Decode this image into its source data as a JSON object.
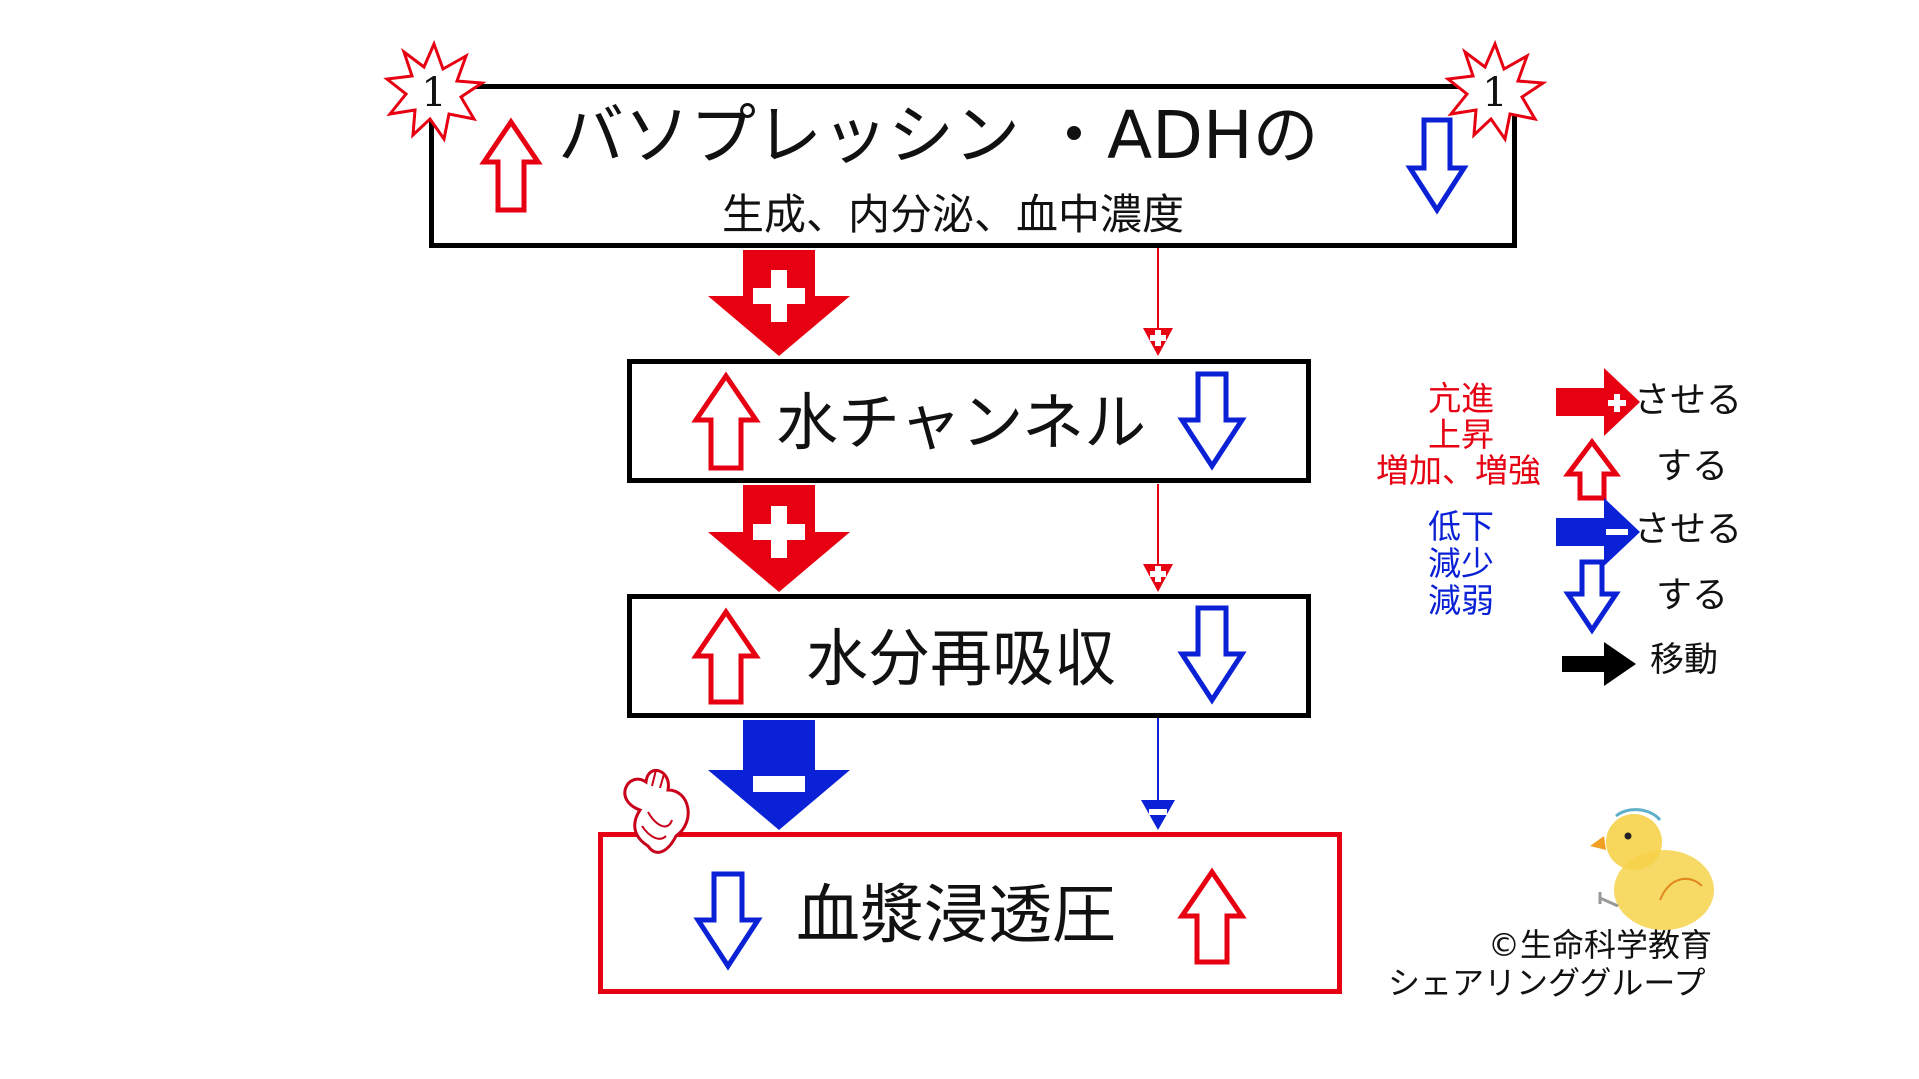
{
  "boxes": {
    "adh": {
      "title": "バソプレッシン ・ADHの",
      "subtitle": "生成、内分泌、血中濃度",
      "badge_left": "1",
      "badge_right": "1"
    },
    "water_channel": {
      "label": "水チャンネル"
    },
    "water_reabsorption": {
      "label": "水分再吸収"
    },
    "plasma_osmotic": {
      "label": "血漿浸透圧"
    }
  },
  "legend": {
    "promote_words": [
      "亢進",
      "上昇",
      "増加、増強"
    ],
    "reduce_words": [
      "低下",
      "減少",
      "減弱"
    ],
    "cause_label_1": "させる",
    "do_label_1": "する",
    "cause_label_2": "させる",
    "do_label_2": "する",
    "move_label": "移動"
  },
  "credit": {
    "line1": "©生命科学教育",
    "line2": "シェアリンググループ"
  },
  "colors": {
    "red": "#e60012",
    "blue": "#0a21d6",
    "black": "#000000"
  },
  "icons": [
    "burst-badge-icon",
    "heart-icon",
    "chick-mascot-icon",
    "plus-icon",
    "minus-icon"
  ]
}
